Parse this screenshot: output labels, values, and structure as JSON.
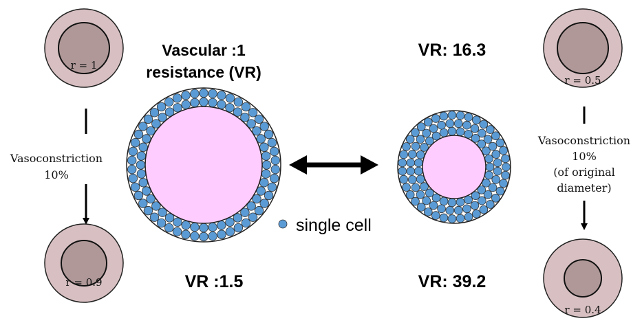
{
  "left_column": {
    "top_radius_label": "r = 1",
    "vasoconstriction_label": "Vasoconstriction",
    "percent_label": "10%",
    "bottom_radius_label": "r = 0.9"
  },
  "right_column": {
    "top_radius_label": "r = 0.5",
    "vasoconstriction_label": "Vasoconstriction",
    "percent_label": "10%",
    "note_line1": "(of original",
    "note_line2": "diameter)",
    "bottom_radius_label": "r = 0.4"
  },
  "center": {
    "title_line1": "Vascular :1",
    "title_line2": "resistance (VR)",
    "vr_top_right": "VR: 16.3",
    "vr_bottom_left": "VR :1.5",
    "vr_bottom_right": "VR: 39.2",
    "legend_label": "single cell"
  },
  "colors": {
    "vessel_outer": "#d8c0c2",
    "vessel_lumen": "#b09898",
    "cell_fill": "#5b9bd5",
    "lumen_pink": "#ffccff",
    "arrow": "#000000"
  }
}
